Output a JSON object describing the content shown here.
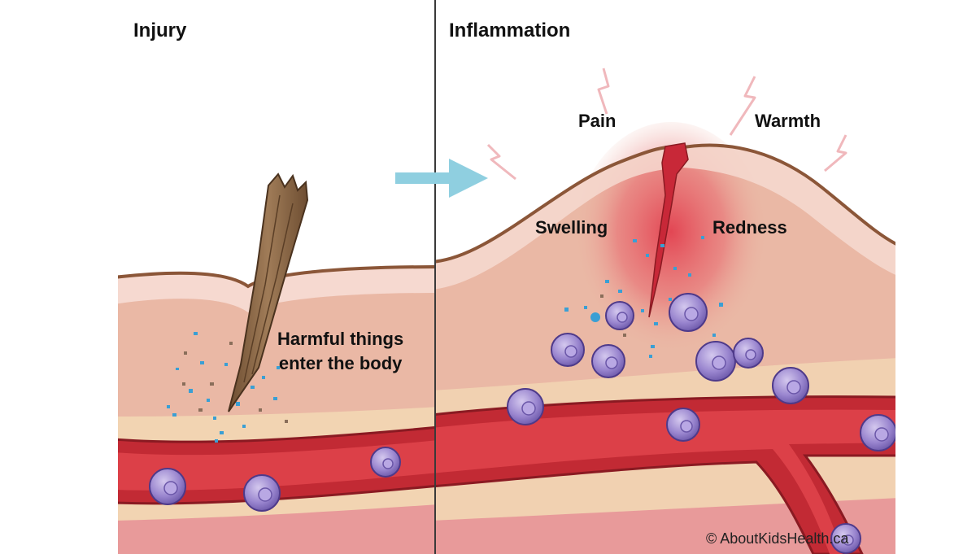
{
  "panels": {
    "injury": {
      "title": "Injury",
      "caption": [
        "Harmful things",
        "enter the body"
      ]
    },
    "inflammation": {
      "title": "Inflammation",
      "symptoms": {
        "pain": "Pain",
        "warmth": "Warmth",
        "swelling": "Swelling",
        "redness": "Redness"
      }
    }
  },
  "credit": "© AboutKidsHealth.ca",
  "colors": {
    "skin_outline": "#8b5638",
    "epidermis": "#f6d9d0",
    "dermis": "#eab8a5",
    "fat_layer": "#f2d4b2",
    "vessel": "#c22a34",
    "vessel_lumen": "#dc4048",
    "inflamed_red": "#e2404f",
    "arrow": "#8fcfe0",
    "cell": "#8e78c4",
    "particle_blue": "#3a9fd4",
    "particle_brown": "#8a6e5a",
    "splinter": "#8c6a4a"
  },
  "icons": {
    "arrow": "arrow-right-icon",
    "pain_mark": "lightning-icon"
  }
}
